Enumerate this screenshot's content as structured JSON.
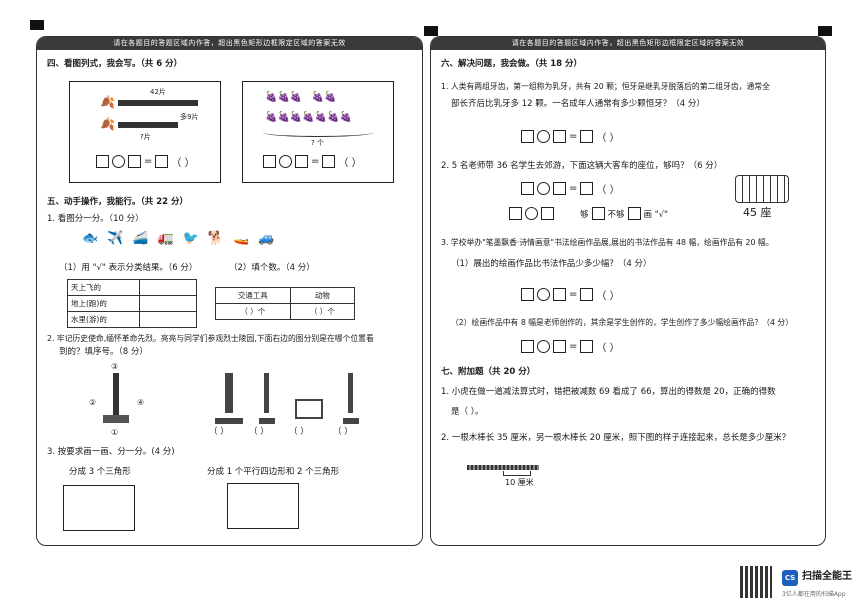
{
  "header_band": "请在各题目的答题区域内作答，超出黑色矩形边框限定区域的答案无效",
  "left": {
    "sec4_title": "四、看图列式，我会写。（共 6 分）",
    "sec4_box1": {
      "top_label": "42片",
      "extra_label": "多9片",
      "bottom_label": "?片"
    },
    "sec4_box2": {
      "bottom_label": "? 个"
    },
    "sec5_title": "五、动手操作，我能行。（共 22 分）",
    "q1_title": "1. 看图分一分。（10 分）",
    "q1_sub1": "（1）用 \"√\" 表示分类结果。（6 分）",
    "q1_sub2": "（2）填个数。（4 分）",
    "table1_rows": [
      "天上飞的",
      "地上(跑)的",
      "水里(游)的"
    ],
    "table2_headers": [
      "交通工具",
      "动物"
    ],
    "table2_cells": [
      "（    ）个",
      "（    ）个"
    ],
    "q2_title": "2. 牢记历史使命,缅怀革命先烈。亮亮与同学们参观烈士陵园,下面右边的图分别是在哪个位置看",
    "q2_title_cont": "到的？填序号。（8 分）",
    "q2_nums": [
      "①",
      "②",
      "③",
      "④"
    ],
    "q2_blanks": [
      "（    ）",
      "（    ）",
      "（    ）",
      "（    ）"
    ],
    "q3_title": "3. 按要求画一画、分一分。(4 分)",
    "q3_a": "分成 3 个三角形",
    "q3_b": "分成 1 个平行四边形和 2 个三角形"
  },
  "right": {
    "sec6_title": "六、解决问题，我会做。（共 18 分）",
    "q1_line1": "1. 人类有两组牙齿，第一组称为乳牙，共有 20 颗；恒牙是继乳牙脱落后的第二组牙齿，通常全",
    "q1_line2": "部长齐后比乳牙多 12 颗。一名成年人通常有多少颗恒牙？（4 分）",
    "q2_line": "2. 5 名老师带 36 名学生去郊游，下面这辆大客车的座位，够吗？（6 分）",
    "q2_choice": [
      "够",
      "不够",
      "画 \"√\""
    ],
    "bus_seats": "45 座",
    "q3_line": "3. 学校举办\"笔墨飘香·诗情画意\"书法绘画作品展,展出的书法作品有 48 幅，绘画作品有 20 幅。",
    "q3_sub1": "（1）展出的绘画作品比书法作品少多少幅？（4 分）",
    "q3_sub2": "（2）绘画作品中有 8 幅是老师创作的，其余是学生创作的，学生创作了多少幅绘画作品？（4 分）",
    "sec7_title": "七、附加题（共 20 分）",
    "a1_line1": "1. 小虎在做一道减法算式时，错把被减数 69 看成了 66，算出的得数是 20，正确的得数",
    "a1_line2": "是（        ）。",
    "a2_line": "2. 一根木棒长 35 厘米，另一根木棒长 20 厘米，照下图的样子连接起来，总长是多少厘米？",
    "ruler_label": "10 厘米",
    "blank_paren": "（    ）"
  },
  "footer": {
    "brand": "扫描全能王",
    "tagline": "3亿人都在用的扫描App",
    "logo_text": "CS"
  }
}
